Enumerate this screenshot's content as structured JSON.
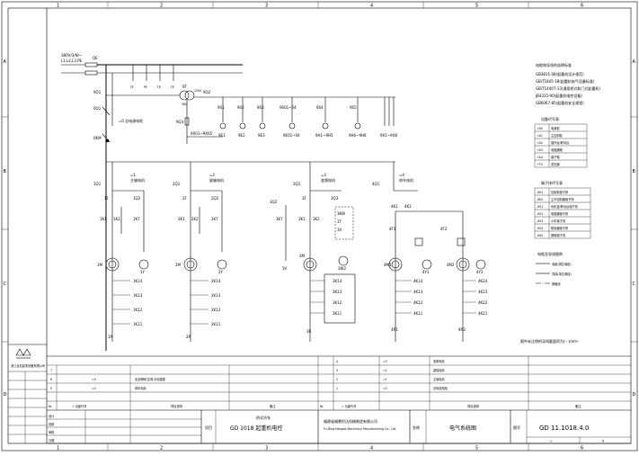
{
  "grid": {
    "columns": [
      "1",
      "2",
      "3",
      "4",
      "5",
      "6"
    ],
    "rows": [
      "A",
      "B",
      "C",
      "D"
    ]
  },
  "supply": {
    "voltage": "380V/3/N/~",
    "system": "L1,L2,L3,PE",
    "fuse": "QE"
  },
  "top_breakers": [
    "FE",
    "PE",
    "FE",
    "FE"
  ],
  "control": {
    "transformer": "9T",
    "primary": "220V",
    "secondary": "36V",
    "breaker": "9Q1",
    "secondary_breaker": "9Q2",
    "fuse": "9Q3",
    "main_contactor": "0Q1",
    "emergency_stop": "0KM",
    "main_circuit_label": "=0 总电源电柜",
    "terminal": "9X01~9X05",
    "loads": [
      {
        "switch": "9S1",
        "lamp": "9E1"
      },
      {
        "switch": "9S2",
        "lamp": "9E2"
      },
      {
        "switch": "9S3",
        "lamp": "9E3"
      },
      {
        "switch": "9S01~04",
        "lamp": "9E01~04"
      },
      {
        "switch": "9S4",
        "lamp": "9H1~9H5"
      },
      {
        "switch": "9S5",
        "lamp": "9H6~9H6"
      }
    ],
    "outlet": "9X1~9X8"
  },
  "motor_groups": [
    {
      "id": "=1",
      "name": "主轴电机",
      "breaker": "1Q1",
      "contactors": [
        "1K1",
        "1K2",
        "1K7"
      ],
      "terminal": "1F",
      "side": "1Q2",
      "motor": "1M",
      "aux": "1Y",
      "encoder": [
        "1K14",
        "1K13",
        "1K12",
        "1K11"
      ],
      "resistor": "1R"
    },
    {
      "id": "=2",
      "name": "副轴电机",
      "breaker": "2Q1",
      "contactors": [
        "2K1",
        "2K2",
        "2K7"
      ],
      "terminal": "2F",
      "side": "2Q2",
      "motor": "2M",
      "aux": "2Y",
      "encoder": [
        "2K14",
        "2K13",
        "2K12",
        "2K11"
      ],
      "resistor": "2R"
    },
    {
      "id": "=3",
      "name": "变频电机",
      "breaker": "3Q1",
      "contactors": [
        "3K7",
        "3K1",
        "3K2"
      ],
      "terminal": "3F",
      "side": "3Q3",
      "extra": [
        "3Q2",
        "3KW",
        "3T",
        "3V"
      ],
      "motor": "3M",
      "aux": "3V",
      "aux2": "3W2",
      "encoder": [
        "3K14",
        "3K13",
        "3K12",
        "3K11"
      ],
      "resistor": "3R"
    },
    {
      "id": "=4",
      "name": "刹车电机",
      "breaker": "4Q1",
      "contactors": [
        "4K1",
        "4K2"
      ],
      "fuses": [
        "4F1",
        "4F2"
      ],
      "motors": [
        "4M1",
        "4M2"
      ],
      "brakes": [
        "4Y1",
        "4Y2"
      ],
      "encoder_a": [
        "4K14",
        "4K13",
        "4K12",
        "4K11"
      ],
      "encoder_b": [
        "4K24",
        "4K23",
        "4K22",
        "4K21"
      ],
      "resistors": [
        "4R1",
        "4R2"
      ]
    }
  ],
  "standards": {
    "title": "电缆和导线的选择标准",
    "items": [
      "GB3811-08(起重机设计规范)",
      "GB/T1845-18(起重机电气设备标准)",
      "GB/T14407-13(通用桥式和门式起重机)",
      "JB4315-90(起重机电控设备)",
      "GB6067-85(起重机安全规程)"
    ]
  },
  "devices": {
    "title": "设备代号表",
    "rows": [
      {
        "code": "+A0",
        "desc": "电源柜"
      },
      {
        "code": "+A1",
        "desc": "主控制柜"
      },
      {
        "code": "+A2",
        "desc": "操作台/联动台"
      },
      {
        "code": "+A3",
        "desc": "电阻器箱"
      },
      {
        "code": "+A4",
        "desc": "端子箱"
      },
      {
        "code": "+T0",
        "desc": "变压器"
      }
    ]
  },
  "terminals": {
    "title": "端子排代号表",
    "rows": [
      {
        "code": "-XK1",
        "desc": "控制柜端子排"
      },
      {
        "code": "-XK2",
        "desc": "主令控制器端子排"
      },
      {
        "code": "-XS1",
        "desc": "司机室/联动台端子排"
      },
      {
        "code": "-XS2",
        "desc": "电阻器端子排"
      },
      {
        "code": "-XS3",
        "desc": "小车端子排"
      },
      {
        "code": "-XS4",
        "desc": "集电器端子排"
      },
      {
        "code": "-XS5",
        "desc": "照明端子排"
      }
    ]
  },
  "legend": {
    "title": "电缆及导线图例",
    "items": [
      "电缆(铜芯电缆)",
      "导线(单芯铜线)",
      "屏蔽线"
    ]
  },
  "note": "图中未注明的导线截面积为(-.-)mm²",
  "revisions": [
    {
      "mark": "7",
      "place": "",
      "text": "",
      "sheet": "",
      "date": ""
    },
    {
      "mark": "6",
      "place": "=9",
      "text": "安全照明,空调,手电插座",
      "sheet": "",
      "date": ""
    },
    {
      "mark": "5",
      "place": "=4",
      "text": "刹车电机",
      "sheet": "",
      "date": ""
    },
    {
      "mark": "",
      "place": "",
      "text": "",
      "sheet": "4",
      "date": "=3",
      "desc": "变频电机"
    },
    {
      "mark": "",
      "place": "",
      "text": "",
      "sheet": "3",
      "date": "=2",
      "desc": "副轴电机"
    },
    {
      "mark": "",
      "place": "",
      "text": "",
      "sheet": "2",
      "date": "=1",
      "desc": "主轴电机"
    },
    {
      "mark": "",
      "place": "",
      "text": "",
      "sheet": "1",
      "date": "=0",
      "desc": "总电源电柜"
    }
  ],
  "revisions_right": [
    {
      "sheet": "4",
      "place": "=3",
      "desc": "变频电机"
    },
    {
      "sheet": "3",
      "place": "=2",
      "desc": "副轴电机"
    },
    {
      "sheet": "2",
      "place": "=1",
      "desc": "主轴电机"
    },
    {
      "sheet": "1",
      "place": "=0",
      "desc": "总电源电柜"
    }
  ],
  "title_block": {
    "logo_name": "浙江合信起重设备有限公司",
    "header_nr": "Nr.",
    "header_place": "= 功能代号",
    "header_content": "项目说明",
    "header_remark": "备注",
    "left_labels": [
      "设计",
      "校核",
      "审核",
      "日期"
    ],
    "project_label": "项目",
    "project_name": "桥式吊车",
    "model": "GD 1018 起重机电控",
    "company": "福建省福鼎恒达机械制造有限公司",
    "company_en": "Fu Ding Hengda Machinery Manufacturing Co., Ltd.",
    "drawing_label": "名称",
    "drawing_name": "电气系统图",
    "number_label": "图号",
    "number": "GD 11.1018.4.0",
    "sheet": "1",
    "sheets": "6"
  }
}
